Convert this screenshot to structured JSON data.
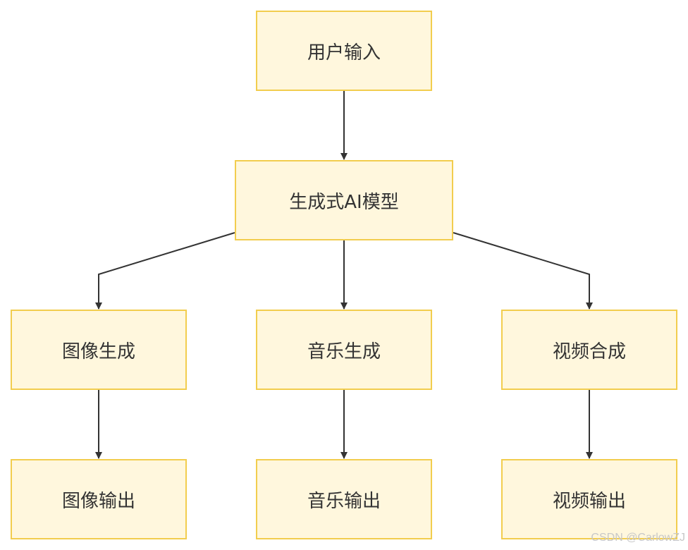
{
  "diagram": {
    "nodes": {
      "user_input": "用户输入",
      "gen_ai_model": "生成式AI模型",
      "image_gen": "图像生成",
      "music_gen": "音乐生成",
      "video_synth": "视频合成",
      "image_out": "图像输出",
      "music_out": "音乐输出",
      "video_out": "视频输出"
    },
    "edges": [
      {
        "from": "user_input",
        "to": "gen_ai_model"
      },
      {
        "from": "gen_ai_model",
        "to": "image_gen"
      },
      {
        "from": "gen_ai_model",
        "to": "music_gen"
      },
      {
        "from": "gen_ai_model",
        "to": "video_synth"
      },
      {
        "from": "image_gen",
        "to": "image_out"
      },
      {
        "from": "music_gen",
        "to": "music_out"
      },
      {
        "from": "video_synth",
        "to": "video_out"
      }
    ],
    "colors": {
      "node_fill": "#fff7dd",
      "node_border": "#f2cd4e",
      "edge": "#333333"
    }
  },
  "watermark": "CSDN @CarlowZJ"
}
